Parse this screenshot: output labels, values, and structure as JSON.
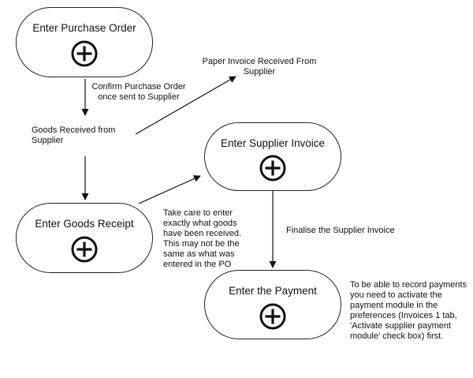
{
  "nodes": {
    "purchase_order": {
      "title": "Enter Purchase Order"
    },
    "goods_receipt": {
      "title": "Enter Goods Receipt"
    },
    "supplier_invoice": {
      "title": "Enter Supplier Invoice"
    },
    "payment": {
      "title": "Enter the Payment"
    }
  },
  "labels": {
    "confirm_po": "Confirm Purchase Order once sent to Supplier",
    "goods_received": "Goods Received from Supplier",
    "paper_invoice": "Paper Invoice Received From Supplier",
    "take_care": "Take care to enter exactly what goods have been received. This may not be the same as what was entered in the PO",
    "finalise": "Finalise the Supplier Invoice",
    "payment_note": "To be able to record payments you need to activate the payment module in the preferences (Invoices 1 tab, 'Activate supplier payment module' check box) first."
  },
  "icons": {
    "add": "plus-circle-icon"
  }
}
